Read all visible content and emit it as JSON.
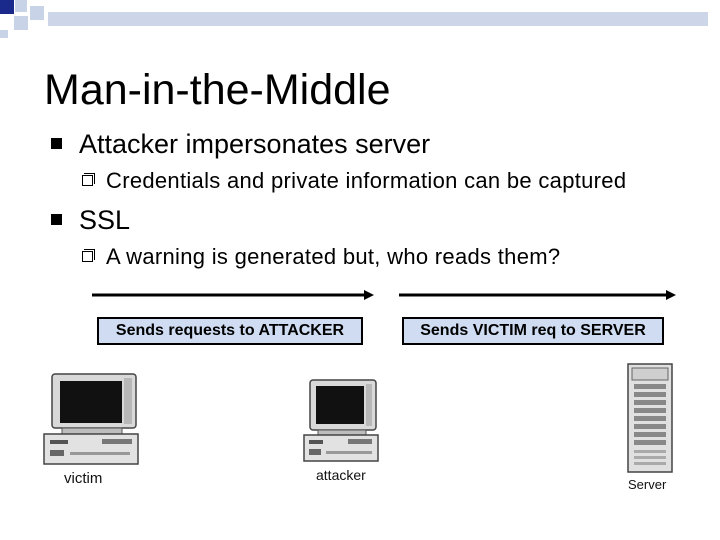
{
  "slide": {
    "title": "Man-in-the-Middle",
    "bullets": [
      {
        "text": "Attacker impersonates server",
        "sub": "Credentials and private information can be captured"
      },
      {
        "text": "SSL",
        "sub": "A warning is generated but, who reads them?"
      }
    ]
  },
  "diagram": {
    "left_label": "Sends requests to ATTACKER",
    "right_label": "Sends VICTIM req to SERVER",
    "victim_caption": "victim",
    "attacker_caption": "attacker",
    "server_caption": "Server",
    "label_fill": "#cfdcf2"
  },
  "colors": {
    "decoration_dark": "#1a2a8c",
    "decoration_light": "#c9d3e8"
  }
}
